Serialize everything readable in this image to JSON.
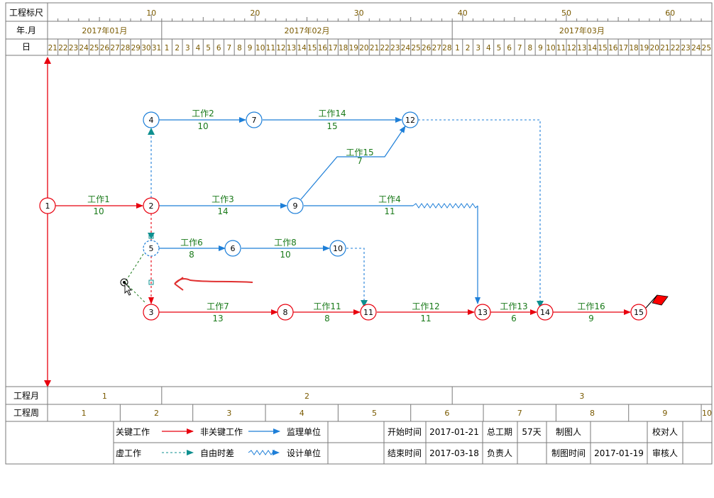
{
  "header": {
    "scale_label": "工程标尺",
    "month_label": "年.月",
    "day_label": "日",
    "scale_ticks": [
      "10",
      "20",
      "30",
      "40",
      "50",
      "60"
    ],
    "months": [
      "2017年01月",
      "2017年02月",
      "2017年03月"
    ],
    "days": [
      "21",
      "22",
      "23",
      "24",
      "25",
      "26",
      "27",
      "28",
      "29",
      "30",
      "31",
      "1",
      "2",
      "3",
      "4",
      "5",
      "6",
      "7",
      "8",
      "9",
      "10",
      "11",
      "12",
      "13",
      "14",
      "15",
      "16",
      "17",
      "18",
      "19",
      "20",
      "21",
      "22",
      "23",
      "24",
      "25",
      "26",
      "27",
      "28",
      "1",
      "2",
      "3",
      "4",
      "5",
      "6",
      "7",
      "8",
      "9",
      "10",
      "11",
      "12",
      "13",
      "14",
      "15",
      "16",
      "17",
      "18",
      "19",
      "20",
      "21",
      "22",
      "23",
      "24",
      "25"
    ]
  },
  "footer": {
    "project_month_label": "工程月",
    "project_week_label": "工程周",
    "project_months": [
      "1",
      "2",
      "3"
    ],
    "project_weeks": [
      "1",
      "2",
      "3",
      "4",
      "5",
      "6",
      "7",
      "8",
      "9",
      "10"
    ]
  },
  "network": {
    "nodes": [
      "1",
      "2",
      "3",
      "4",
      "5",
      "6",
      "7",
      "8",
      "9",
      "10",
      "11",
      "12",
      "13",
      "14",
      "15"
    ],
    "activities": [
      {
        "name": "工作1",
        "duration": "10",
        "critical": true
      },
      {
        "name": "工作2",
        "duration": "10",
        "critical": false
      },
      {
        "name": "工作3",
        "duration": "14",
        "critical": false
      },
      {
        "name": "工作4",
        "duration": "11",
        "critical": false
      },
      {
        "name": "工作6",
        "duration": "8",
        "critical": false
      },
      {
        "name": "工作7",
        "duration": "13",
        "critical": true
      },
      {
        "name": "工作8",
        "duration": "10",
        "critical": false
      },
      {
        "name": "工作11",
        "duration": "8",
        "critical": true
      },
      {
        "name": "工作12",
        "duration": "11",
        "critical": true
      },
      {
        "name": "工作13",
        "duration": "6",
        "critical": true
      },
      {
        "name": "工作14",
        "duration": "15",
        "critical": false
      },
      {
        "name": "工作15",
        "duration": "7",
        "critical": false
      },
      {
        "name": "工作16",
        "duration": "9",
        "critical": true
      }
    ]
  },
  "legend": {
    "critical_work": "关键工作",
    "noncritical_work": "非关键工作",
    "dummy_work": "虚工作",
    "free_float": "自由时差",
    "supervisor_label": "监理单位",
    "designer_label": "设计单位",
    "start_time_label": "开始时间",
    "start_time": "2017-01-21",
    "end_time_label": "结束时间",
    "end_time": "2017-03-18",
    "total_duration_label": "总工期",
    "total_duration": "57天",
    "responsible_label": "负责人",
    "drawer_label": "制图人",
    "draw_time_label": "制图时间",
    "draw_time": "2017-01-19",
    "checker_label": "校对人",
    "reviewer_label": "审核人"
  },
  "colors": {
    "critical": "#e8000e",
    "noncritical": "#1e7fd8",
    "dummy": "#0e8f8f",
    "label_green": "#1a7a1a",
    "grid": "#7a7a7a"
  }
}
